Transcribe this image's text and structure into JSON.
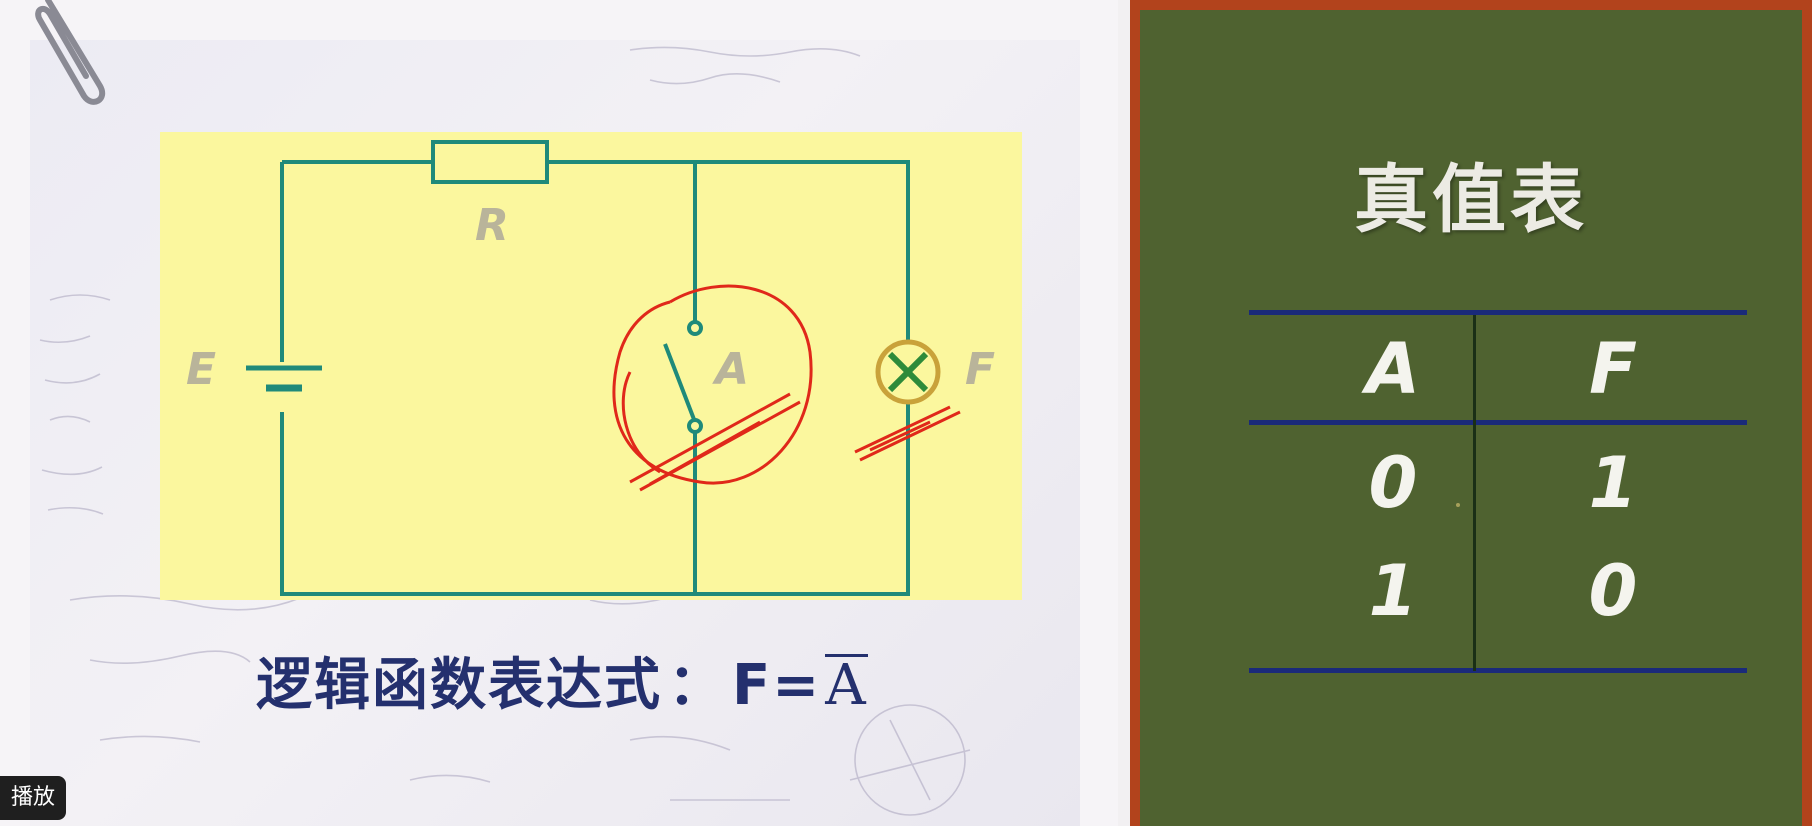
{
  "circuit": {
    "labels": {
      "resistor": "R",
      "battery": "E",
      "switch": "A",
      "lamp": "F"
    },
    "colors": {
      "wire": "#1f8a7a",
      "panel": "#fbf79e",
      "annotation": "#e0281a",
      "lamp_ring": "#c9a23a",
      "lamp_cross": "#2e8b3a"
    }
  },
  "formula": {
    "prefix": "逻辑函数表达式",
    "colon": "：",
    "lhs": "F=",
    "rhs": "A"
  },
  "player": {
    "play_label": "播放"
  },
  "truth_table": {
    "title": "真值表",
    "headers": [
      "A",
      "F"
    ],
    "rows": [
      [
        "0",
        "1"
      ],
      [
        "1",
        "0"
      ]
    ],
    "colors": {
      "board": "#4f6230",
      "frame": "#b2431c",
      "rule": "#1a2a7a"
    }
  }
}
